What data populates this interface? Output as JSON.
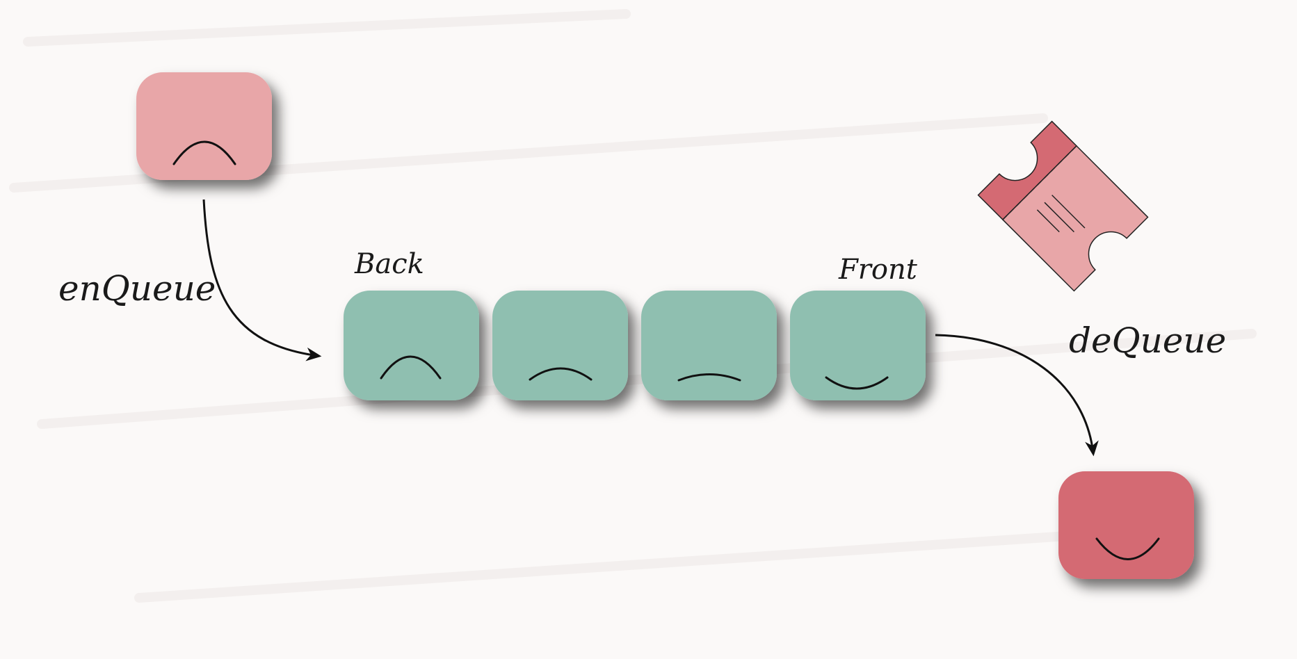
{
  "labels": {
    "enqueue": "enQueue",
    "dequeue": "deQueue",
    "back": "Back",
    "front": "Front"
  },
  "colors": {
    "background": "#fbf9f8",
    "incoming_box": "#e8a6a8",
    "queue_box": "#8fbfb0",
    "outgoing_box": "#d46a73",
    "ticket_light": "#e8a6a8",
    "ticket_dark": "#d46a73",
    "stroke": "#111111"
  },
  "icons": {
    "incoming": "frown-face-icon",
    "queue": [
      "frown-face-icon",
      "slight-frown-face-icon",
      "neutral-face-icon",
      "smile-face-icon"
    ],
    "outgoing": "smile-face-icon",
    "ticket": "ticket-icon"
  }
}
